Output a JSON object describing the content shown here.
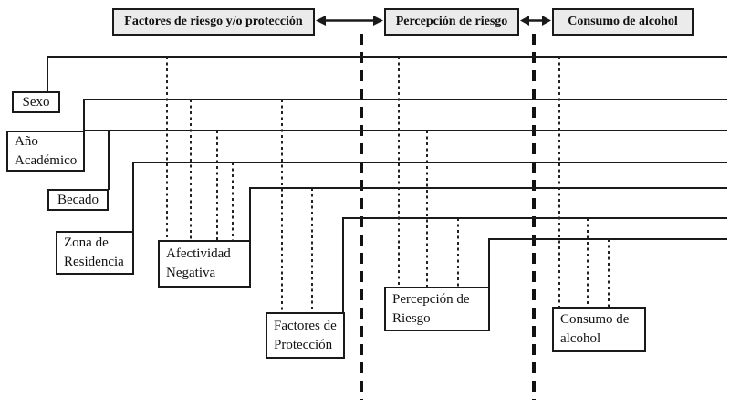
{
  "figure": {
    "type": "path-model-diagram",
    "background": "#ffffff"
  },
  "colors": {
    "line": "#1a1a1a",
    "header_fill": "#ebebeb",
    "box_fill": "#ffffff",
    "text": "#111111"
  },
  "headers": {
    "factores": {
      "label": "Factores de riesgo y/o protección"
    },
    "percepcion": {
      "label": "Percepción de riesgo"
    },
    "consumo": {
      "label": "Consumo de alcohol"
    }
  },
  "header_arrows": [
    {
      "between": [
        "Factores de riesgo y/o protección",
        "Percepción de riesgo"
      ],
      "type": "double-headed"
    },
    {
      "between": [
        "Percepción de riesgo",
        "Consumo de alcohol"
      ],
      "type": "double-headed"
    }
  ],
  "nodes": {
    "sexo": {
      "label": "Sexo"
    },
    "ano": {
      "label": "Año\nAcadémico"
    },
    "becado": {
      "label": "Becado"
    },
    "zona": {
      "label": "Zona de\nResidencia"
    },
    "afectividad": {
      "label": "Afectividad\nNegativa"
    },
    "factores": {
      "label": "Factores de\nProtección"
    },
    "percepcion": {
      "label": "Percepción de\nRiesgo"
    },
    "consumo": {
      "label": "Consumo de\nalcohol"
    }
  },
  "edges": [
    {
      "from": "Sexo",
      "to": "Afectividad Negativa",
      "style": "dotted"
    },
    {
      "from": "Año Académico",
      "to": "Afectividad Negativa",
      "style": "dotted"
    },
    {
      "from": "Becado",
      "to": "Afectividad Negativa",
      "style": "dotted"
    },
    {
      "from": "Zona de Residencia",
      "to": "Afectividad Negativa",
      "style": "dotted"
    },
    {
      "from": "Año Académico",
      "to": "Factores de Protección",
      "style": "dotted"
    },
    {
      "from": "Afectividad Negativa",
      "to": "Factores de Protección",
      "style": "dotted"
    },
    {
      "from": "Sexo",
      "to": "Percepción de Riesgo",
      "style": "dotted"
    },
    {
      "from": "Becado",
      "to": "Percepción de Riesgo",
      "style": "dotted"
    },
    {
      "from": "Factores de Protección",
      "to": "Percepción de Riesgo",
      "style": "dotted"
    },
    {
      "from": "Sexo",
      "to": "Consumo de alcohol",
      "style": "dotted"
    },
    {
      "from": "Factores de Protección",
      "to": "Consumo de alcohol",
      "style": "dotted"
    },
    {
      "from": "Percepción de Riesgo",
      "to": "Consumo de alcohol",
      "style": "dotted"
    }
  ],
  "dividers": {
    "style": "heavy-dashed-vertical",
    "count": 2
  }
}
